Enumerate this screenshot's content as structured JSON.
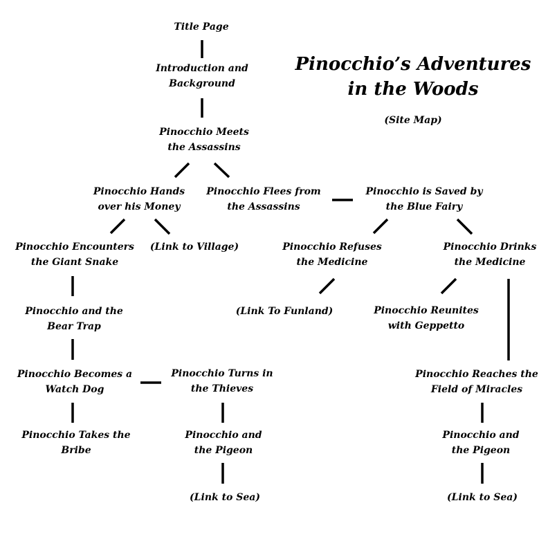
{
  "title": {
    "line1": "Pinocchio’s Adventures",
    "line2": "in the Woods"
  },
  "subtitle": "(Site Map)",
  "nodes": {
    "title_page": {
      "line1": "Title Page",
      "line2": ""
    },
    "introduction": {
      "line1": "Introduction and",
      "line2": "Background"
    },
    "meets_assassins": {
      "line1": "Pinocchio Meets",
      "line2": "the Assassins"
    },
    "hands_money": {
      "line1": "Pinocchio Hands",
      "line2": "over his Money"
    },
    "flees_assassins": {
      "line1": "Pinocchio Flees from",
      "line2": "the Assassins"
    },
    "saved_fairy": {
      "line1": "Pinocchio is Saved by",
      "line2": "the Blue Fairy"
    },
    "giant_snake": {
      "line1": "Pinocchio Encounters",
      "line2": "the Giant Snake"
    },
    "link_village": {
      "line1": "(Link to Village)",
      "line2": ""
    },
    "refuses_medicine": {
      "line1": "Pinocchio Refuses",
      "line2": "the Medicine"
    },
    "drinks_medicine": {
      "line1": "Pinocchio Drinks",
      "line2": "the Medicine"
    },
    "bear_trap": {
      "line1": "Pinocchio and the",
      "line2": "Bear Trap"
    },
    "link_funland": {
      "line1": "(Link To Funland)",
      "line2": ""
    },
    "reunites_geppetto": {
      "line1": "Pinocchio Reunites",
      "line2": "with Geppetto"
    },
    "watch_dog": {
      "line1": "Pinocchio Becomes a",
      "line2": "Watch Dog"
    },
    "turns_thieves": {
      "line1": "Pinocchio Turns in",
      "line2": "the Thieves"
    },
    "field_miracles": {
      "line1": "Pinocchio Reaches the",
      "line2": "Field of Miracles"
    },
    "takes_bribe": {
      "line1": "Pinocchio Takes the",
      "line2": "Bribe"
    },
    "pigeon_left": {
      "line1": "Pinocchio and",
      "line2": "the Pigeon"
    },
    "pigeon_right": {
      "line1": "Pinocchio and",
      "line2": "the Pigeon"
    },
    "link_sea_left": {
      "line1": "(Link to Sea)",
      "line2": ""
    },
    "link_sea_right": {
      "line1": "(Link to Sea)",
      "line2": ""
    }
  }
}
